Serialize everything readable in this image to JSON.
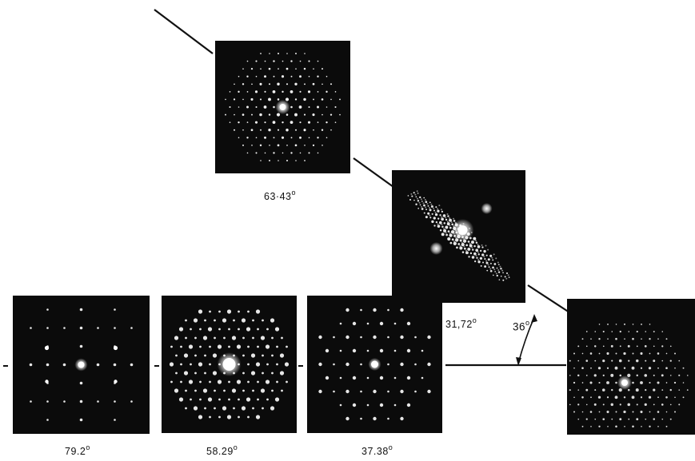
{
  "figure": {
    "panels": [
      {
        "key": "p-top",
        "angle_label": "63·43",
        "pattern": "square-dense"
      },
      {
        "key": "p-mid",
        "angle_label": "31,72",
        "pattern": "oblique-streaks"
      },
      {
        "key": "p-bl1",
        "angle_label": "79.2",
        "pattern": "sparse-rect"
      },
      {
        "key": "p-bl2",
        "angle_label": "58.29",
        "pattern": "hex-bright"
      },
      {
        "key": "p-bl3",
        "angle_label": "37.38",
        "pattern": "sparse-hex"
      },
      {
        "key": "p-right",
        "angle_label": "",
        "pattern": "square-dense-dim"
      }
    ],
    "angle_annotation": "36",
    "degree_symbol": "o"
  },
  "colors": {
    "background": "#ffffff",
    "panel": "#0b0b0b",
    "spot": "#ffffff",
    "line": "#111111"
  }
}
